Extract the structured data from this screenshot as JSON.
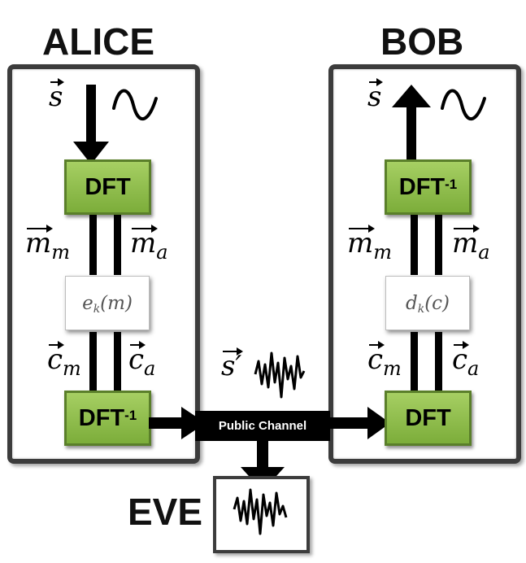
{
  "alice": {
    "title": "ALICE",
    "top_block": "DFT",
    "middle_block": "e",
    "bottom_block": "DFT",
    "bottom_sup": "-1"
  },
  "bob": {
    "title": "BOB",
    "top_block": "DFT",
    "top_sup": "-1",
    "middle_block": "d",
    "bottom_block": "DFT"
  },
  "eve": {
    "title": "EVE"
  },
  "channel": {
    "label": "Public Channel"
  },
  "symbols": {
    "s": "s",
    "s_prime": "s′",
    "m": "m",
    "c": "c",
    "sub_m": "m",
    "sub_a": "a",
    "k": "k",
    "alice_func_arg": "(m)",
    "bob_func_arg": "(c)"
  },
  "colors": {
    "block_green": "#8dbd4a",
    "panel_border": "#3c3c3c"
  }
}
